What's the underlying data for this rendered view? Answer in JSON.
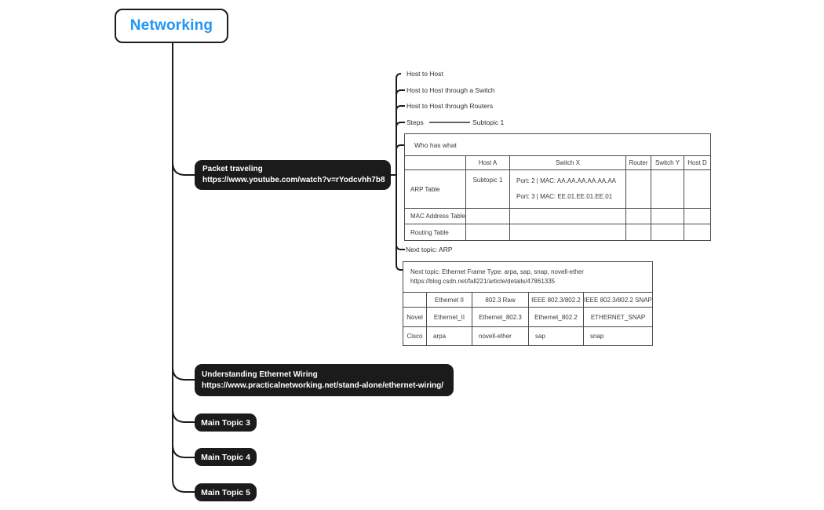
{
  "root": {
    "label": "Networking"
  },
  "branches": {
    "packet": {
      "title": "Packet traveling",
      "url": "https://www.youtube.com/watch?v=rYodcvhh7b8"
    },
    "wiring": {
      "title": "Understanding Ethernet Wiring",
      "url": "https://www.practicalnetworking.net/stand-alone/ethernet-wiring/"
    },
    "topic3": {
      "title": "Main Topic 3"
    },
    "topic4": {
      "title": "Main Topic 4"
    },
    "topic5": {
      "title": "Main Topic 5"
    }
  },
  "subtopics": {
    "host_to_host": "Host to Host",
    "host_switch": "Host to Host through a Switch",
    "host_routers": "Host to Host through Routers",
    "steps": "Steps",
    "steps_child": "Subtopic 1",
    "next_arp": "Next topic: ARP"
  },
  "who_table": {
    "caption": "Who has what",
    "columns": [
      "",
      "Host A",
      "Switch X",
      "Router",
      "Switch Y",
      "Host D"
    ],
    "rows": {
      "arp": {
        "label": "ARP Table",
        "host_a": "Subtopic 1",
        "switch_x_1": "Port: 2 | MAC: AA.AA.AA.AA.AA.AA",
        "switch_x_2": "Port: 3 | MAC: EE.01.EE.01.EE.01"
      },
      "mac": {
        "label": "MAC Address Table"
      },
      "routing": {
        "label": "Routing Table"
      }
    }
  },
  "ethernet_node": {
    "title": "Next topic: Ethernet Frame Type: arpa, sap, snap, novell-ether",
    "url": "https://blog.csdn.net/fall221/article/details/47861335",
    "columns": [
      "",
      "Ethernet II",
      "802.3 Raw",
      "IEEE 802.3/802.2",
      "IEEE 802.3/802.2 SNAP"
    ],
    "rows": {
      "novel": {
        "label": "Novel",
        "c1": "Ethernet_II",
        "c2": "Ethernet_802.3",
        "c3": "Ethernet_802.2",
        "c4": "ETHERNET_SNAP"
      },
      "cisco": {
        "label": "Cisco",
        "c1": "arpa",
        "c2": "novell-ether",
        "c3": "sap",
        "c4": "snap"
      }
    }
  },
  "colors": {
    "accent_blue": "#2196F3",
    "node_black": "#1b1b1b",
    "table_border": "#4a4a4a"
  }
}
